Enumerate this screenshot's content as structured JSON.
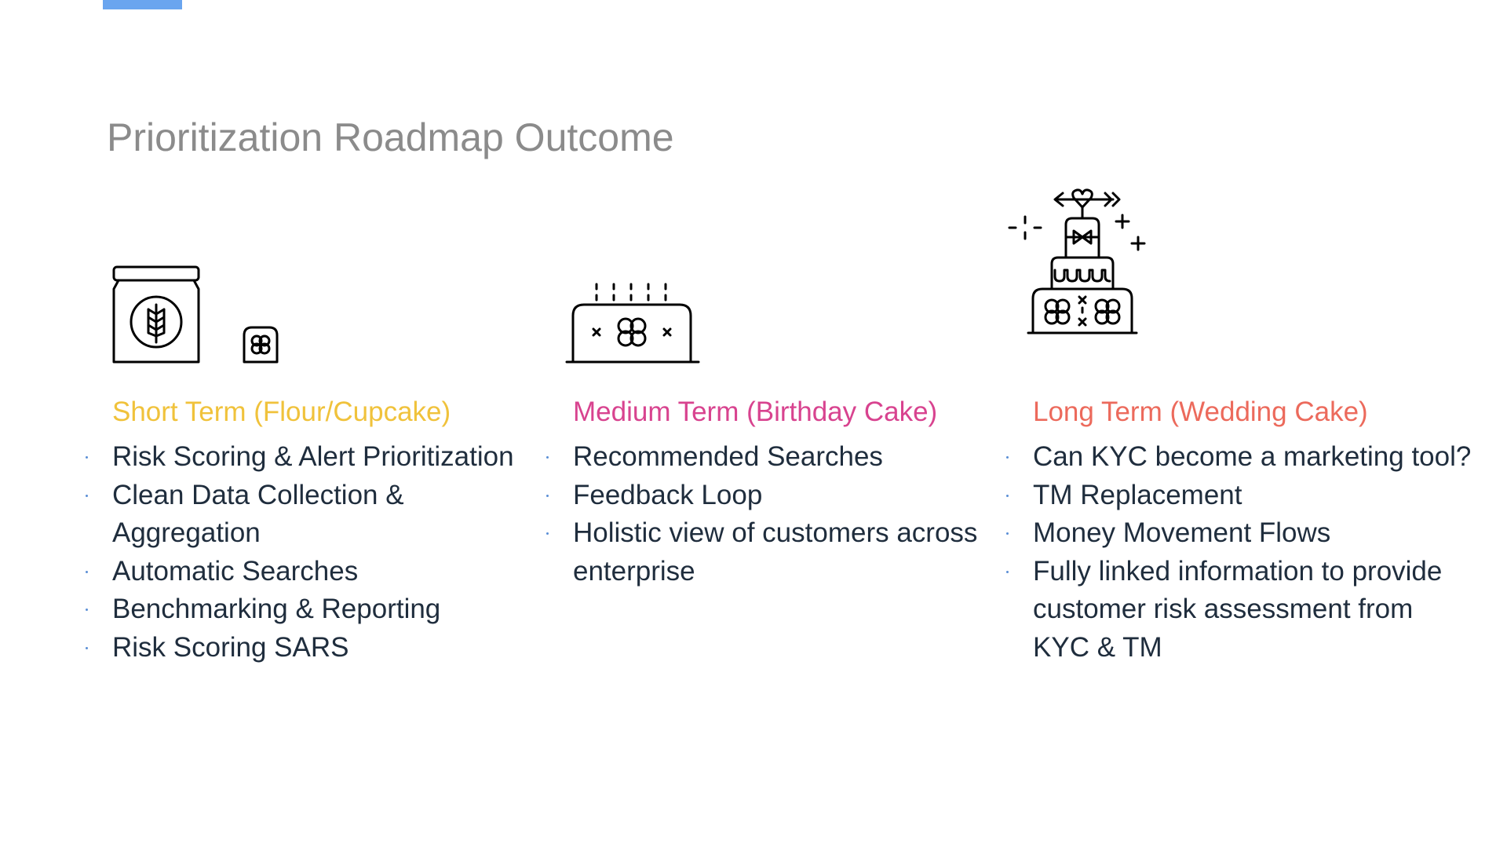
{
  "slide": {
    "title": "Prioritization Roadmap Outcome",
    "accent_color": "#6aa5ef",
    "title_color": "#8b8b8b"
  },
  "columns": [
    {
      "heading": "Short Term (Flour/Cupcake)",
      "heading_color": "#f0c23b",
      "icons": [
        "flour-jar-icon",
        "cupcake-icon"
      ],
      "items": [
        "Risk Scoring & Alert Prioritization",
        "Clean Data Collection & Aggregation",
        "Automatic Searches",
        "Benchmarking & Reporting",
        "Risk Scoring SARS"
      ]
    },
    {
      "heading": "Medium Term (Birthday Cake)",
      "heading_color": "#d8438f",
      "icons": [
        "birthday-cake-icon"
      ],
      "items": [
        "Recommended Searches",
        "Feedback Loop",
        "Holistic view of customers across enterprise"
      ]
    },
    {
      "heading": "Long Term (Wedding Cake)",
      "heading_color": "#ec6a5c",
      "icons": [
        "wedding-cake-icon"
      ],
      "items": [
        "Can KYC become a marketing tool?",
        "TM Replacement",
        "Money Movement Flows",
        "Fully linked information to provide customer risk assessment from KYC & TM"
      ]
    }
  ]
}
